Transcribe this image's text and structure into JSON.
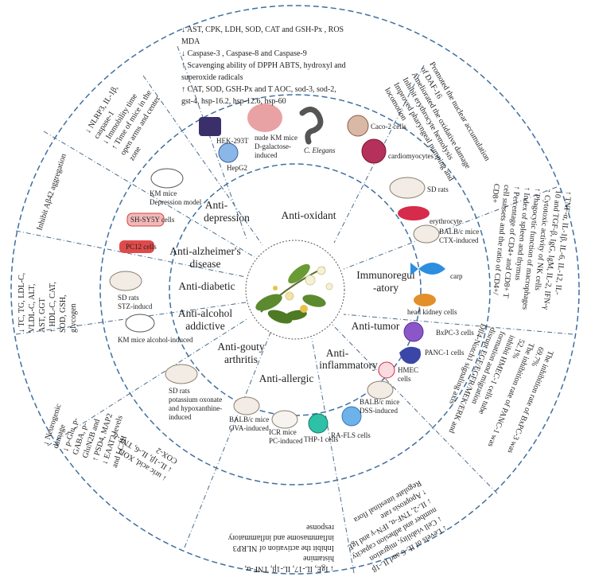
{
  "center": {
    "labels": {
      "antioxidant": "Anti-oxidant",
      "immuno_l1": "Immunoregul",
      "immuno_l2": "-atory",
      "antitumor": "Anti-tumor",
      "antiinflam_l1": "Anti-",
      "antiinflam_l2": "inflammatory",
      "antiallergic": "Anti-allergic",
      "antigouty_l1": "Anti-gouty",
      "antigouty_l2": "arthritis",
      "antialcohol_l1": "Anti-alcohol",
      "antialcohol_l2": "addictive",
      "antidiabetic": "Anti-diabetic",
      "antialz_l1": "Anti-alzheimer's",
      "antialz_l2": "disease",
      "antidep_l1": "Anti-",
      "antidep_l2": "depression"
    }
  },
  "models": {
    "hek": "HEK-293T",
    "hepg2": "HepG2",
    "nude_l1": "nude KM mice",
    "nude_l2": "D-galactose-",
    "nude_l3": "induced",
    "celegans": "C. Elegans",
    "caco": "Caco-2 cells",
    "cardio": "cardiomyocytes",
    "sdrats": "SD rats",
    "erythro": "erythrocyte",
    "balbc_ctx_l1": "BALB/c mice",
    "balbc_ctx_l2": "CTX-induced",
    "carp": "carp",
    "headkidney": "head kidney cells",
    "bxpc": "BxPC-3 cells",
    "panc": "PANC-1 cells",
    "hmec_l1": "HMEC",
    "hmec_l2": "cells",
    "balbc_dss_l1": "BALB/c mice",
    "balbc_dss_l2": "DSS-induced",
    "rafls": "RA-FLS cells",
    "thp1": "THP-1 cells",
    "icr_l1": "ICR mice",
    "icr_l2": "PC-induced",
    "balbc_ova_l1": "BALB/c mice",
    "balbc_ova_l2": "OVA-induced",
    "sd_pot_l1": "SD rats",
    "sd_pot_l2": "potassium oxonate",
    "sd_pot_l3": "and hypoxanthine-",
    "sd_pot_l4": "induced",
    "km_alc": "KM mice alcohol-induced",
    "sd_stz_l1": "SD rats",
    "sd_stz_l2": "STZ-inducd",
    "pc12": "PC12 cells",
    "shsy": "SH-SY5Y cells",
    "km_dep_l1": "KM mice",
    "km_dep_l2": "Depression model"
  },
  "outer": {
    "top_l1": "↓ AST, CPK, LDH, SOD, CAT and GSH-Px , ROS",
    "top_l2": "MDA",
    "top_l3": "↓ Caspase-3 , Caspase-8 and Caspase-9",
    "top_l4": "↑ Scavenging ability of DPPH ABTS, hydroxyl and",
    "top_l5": "superoxide radicals",
    "top_l6": "↑ CAT, SOD, GSH-Px and T AOC, sod-3, sod-2,",
    "top_l7": "gst-4, hsp-16.2, hsp-12.6, hsp-60",
    "tr_l1": "Promoted the nuclear accumulation",
    "tr_l2": "of DAF-16",
    "tr_l3": "Ameliorated the oxidative damage",
    "tr_l4": "Inhibit erythrocyte hemolysis",
    "tr_l5": "Improved pharyngeal pumping and",
    "tr_l6": "locomotion",
    "r_l1": "↑ TNF-α, IL-1β, IL-6, IL-12, IL-",
    "r_l2": "10 and TGF-β, IgG, IgM, IL-2, IFN-γ",
    "r_l3": "↑ Cytotoxic activity of NK cells",
    "r_l4": "↑ Phagocytic function of macrophages",
    "r_l5": "↑ Index of spleen and thymus",
    "r_l6": "↑ Percentage of CD4+ and CD8+ T",
    "r_l7": "cell subsets and the ratio of CD4+/",
    "r_l8": "CD8+",
    "rb_l1": "The inhibition rate of BxPC-3 was",
    "rb_l2": "69.7%",
    "rb_l3": "The inhibition rate of PANC-1 was",
    "rb_l4": "52.1%",
    "rb_l5": "inhibit HMEC-1 cells tube",
    "rb_l6": "formation and migration",
    "rb_l7": "disrupt EGF/EGFR/MEK/ERK and",
    "rb_l8": "Dll4-Notch1 signaling axis",
    "b1_l1": "↓ Levels of IL-6 and IL-1β",
    "b1_l2": "↓ Cell viability, migration",
    "b1_l3": "number and adhesion capacity",
    "b1_l4": "↓ IL-2, TNF-α, IFN-γ and IgE",
    "b1_l5": "↑ Apoptosis rate",
    "b1_l6": "Regulate intestinal flora",
    "b2_l1": "↓ IgE, IL-17, IL-1β, TNF-α,",
    "b2_l2": "histamine",
    "b2_l3": "Inhibit the activation of NLRP3",
    "b2_l4": "inflammasome and inflammatory",
    "b2_l5": "response",
    "bl_l1": "↓ uric acid, XOD",
    "bl_l2": "↓ IL-1β, IL-6, TNF-α,",
    "bl_l3": "COX-2",
    "l1_l1": "↓ Neurogenic",
    "l1_l2": "damage",
    "l1_l3": "↓ p-Glu, p-",
    "l1_l4": "GABA, p-",
    "l1_l5": "GluN2B and",
    "l1_l6": "↑ PSD4, MAP2",
    "l1_l7": "↓ EAAT2 levels",
    "l1_l8": "and LC3II",
    "l2_l1": "↓ TC, TG, LDL-C,",
    "l2_l2": "VLDL-C, ALT,",
    "l2_l3": "AST, GGT",
    "l2_l4": "↑ HDL-C, CAT,",
    "l2_l5": "SOD, GSH,",
    "l2_l6": "glycogen",
    "l3_l1": "Inhibit Aβ42 aggregation",
    "tl_l1": "↓ NLRP3, IL-1β,",
    "tl_l2": "caspase-1",
    "tl_l3": "↓ Immobility time",
    "tl_l4": "↑ Time of mice in the",
    "tl_l5": "open arms and center",
    "tl_l6": "zone"
  },
  "colors": {
    "ring": "#3f6f9f",
    "divider": "#4a6b8a",
    "text": "#222222",
    "leaf": "#5c8a2e",
    "flower": "#f5f0d8",
    "pink_mouse": "#e9a2a4",
    "blue_fish": "#2d8ee0",
    "cell_purple": "#8a56c8",
    "cell_red": "#d62b4a",
    "cell_teal": "#2fc0a8"
  }
}
